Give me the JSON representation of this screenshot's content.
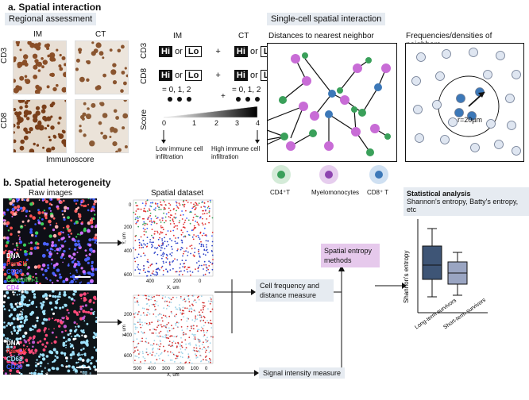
{
  "section_a": {
    "title": "a. Spatial interaction",
    "regional_label": "Regional assessment",
    "col_im": "IM",
    "col_ct": "CT",
    "row_cd3": "CD3",
    "row_cd8": "CD8",
    "immunoscore": "Immunoscore",
    "score_im": "IM",
    "score_ct": "CT",
    "hi": "Hi",
    "lo": "Lo",
    "or": "or",
    "plus": "+",
    "eq_left": "= 0, 1, 2",
    "eq_right": "= 0, 1, 2",
    "score_label": "Score",
    "scale_ticks": [
      "0",
      "1",
      "2",
      "3",
      "4"
    ],
    "low_infiltration": "Low immune cell infiltration",
    "high_infiltration": "High immune cell infiltration",
    "single_cell_label": "Single-cell spatial interaction",
    "nn_title": "Distances to nearest neighbor",
    "freq_title": "Frequencies/densities of neighbors",
    "radius_label": "r=20µm",
    "legend": [
      "CD4⁺T",
      "Myelomonocytes",
      "CD8⁺ T"
    ],
    "colors": {
      "cd4": "#3aa05a",
      "myelo": "#c86cd6",
      "cd8": "#3c78b8",
      "neighbor_fill": "#dfe6f1"
    }
  },
  "section_b": {
    "title": "b. Spatial heterogeneity",
    "raw_images": "Raw images",
    "spatial_dataset": "Spatial dataset",
    "legend1": [
      "DNA",
      "PanCK",
      "CD20",
      "Caveolin-1",
      "CD4"
    ],
    "legend1_colors": [
      "#ffffff",
      "#ff4040",
      "#3a5bff",
      "#3ccf5a",
      "#d070ff"
    ],
    "legend2": [
      "DNA",
      "PanCK",
      "CD68",
      "CD20"
    ],
    "legend2_colors": [
      "#ffffff",
      "#ff4040",
      "#9fe3ff",
      "#3a5bff"
    ],
    "plot1_ylabel": "Y, um",
    "plot1_xlabel": "X, um",
    "plot1_xticks": [
      "400",
      "200",
      "0"
    ],
    "plot1_yticks": [
      "0",
      "200",
      "400",
      "600"
    ],
    "plot2_ylabel": "Y, um",
    "plot2_xlabel": "X, um",
    "plot2_xticks": [
      "500",
      "400",
      "300",
      "200",
      "100",
      "0"
    ],
    "plot2_yticks": [
      "200",
      "400",
      "600"
    ],
    "cell_freq_box": "Cell frequency and distance measure",
    "spatial_entropy_box": "Spatial entropy methods",
    "signal_box": "Signal intensity measure",
    "stats_title": "Statistical analysis",
    "stats_sub": "Shannon's entropy, Batty's entropy, etc",
    "boxplot_ylabel": "Shannon's entropy",
    "boxplot_x": [
      "Long-term survivors",
      "Short-term survivors"
    ],
    "box_colors": [
      "#3e5576",
      "#9aa5c2"
    ]
  }
}
